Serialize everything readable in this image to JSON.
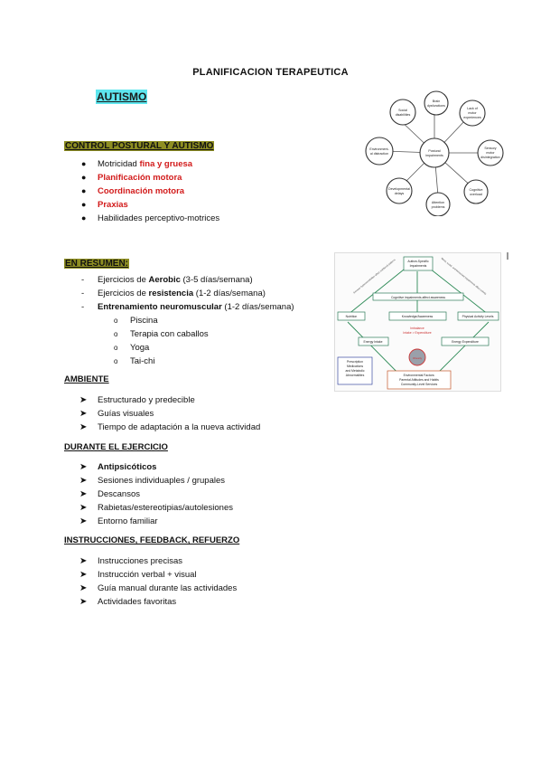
{
  "title": "PLANIFICACION TERAPEUTICA",
  "heading": "AUTISMO",
  "section1": {
    "heading": "CONTROL POSTURAL Y AUTISMO",
    "items": [
      {
        "prefix": "Motricidad ",
        "highlight": "fina y gruesa"
      },
      {
        "prefix": "",
        "highlight": "Planificación motora"
      },
      {
        "prefix": "",
        "highlight": "Coordinación motora"
      },
      {
        "prefix": "",
        "highlight": "Praxias"
      },
      {
        "prefix": "Habilidades perceptivo-motrices",
        "highlight": ""
      }
    ]
  },
  "section2": {
    "heading": "EN RESUMEN:",
    "items": [
      {
        "pre": "Ejercicios de ",
        "bold": "Aerobic",
        "post": " (3-5 días/semana)"
      },
      {
        "pre": "Ejercicios de ",
        "bold": "resistencia",
        "post": " (1-2 días/semana)"
      },
      {
        "pre": "",
        "bold": "Entrenamiento neuromuscular",
        "post": " (1-2 días/semana)"
      }
    ],
    "subitems": [
      "Piscina",
      "Terapia con caballos",
      "Yoga",
      "Tai-chi"
    ]
  },
  "ambiente": {
    "heading": "AMBIENTE",
    "items": [
      "Estructurado y predecible",
      "Guías visuales",
      "Tiempo de adaptación a la nueva actividad"
    ]
  },
  "durante": {
    "heading": "DURANTE EL EJERCICIO",
    "items": [
      "Antipsicóticos",
      "Sesiones individuaples / grupales",
      "Descansos",
      "Rabietas/estereotipias/autolesiones",
      "Entorno familiar"
    ]
  },
  "instrucciones": {
    "heading": "INSTRUCCIONES, FEEDBACK, REFUERZO",
    "items": [
      "Instrucciones precisas",
      "Instrucción verbal + visual",
      "Guía manual durante las actividades",
      "Actividades favoritas"
    ]
  },
  "diagram1": {
    "center": [
      "Postural",
      "impairments"
    ],
    "nodes": [
      [
        "Brain",
        "dysfunctions"
      ],
      [
        "Lack of",
        "motor",
        "experiences"
      ],
      [
        "Sensory",
        "motor",
        "disintegration"
      ],
      [
        "Cognitive",
        "overload"
      ],
      [
        "Attention",
        "problems"
      ],
      [
        "Developmental",
        "delays"
      ],
      [
        "Environment-",
        "al distraction"
      ],
      [
        "Social",
        "disabilities"
      ]
    ]
  },
  "diagram2": {
    "top": [
      "Autism-Specific",
      "Impairments"
    ],
    "left_diag": "Sensory hypersensitivities affect nutritional patterns",
    "right_diag": "Motor, social, and behavioral impairments affect activity",
    "cognitive": "Cognitive impairments affect awareness",
    "row": [
      "Nutrition",
      "Knowledge/Awareness",
      "Physical Activity Levels"
    ],
    "imbalance": [
      "Imbalance",
      "Intake > Expenditure"
    ],
    "intake": "Energy Intake",
    "expenditure": "Energy Expenditure",
    "obesity": "Obesity",
    "prescription": [
      "Prescription",
      "Medications",
      "and Metabolic",
      "Abnormalities"
    ],
    "environmental": [
      "Environmental Factors:",
      "Parental Attitudes and Habits",
      "Community-Level Services"
    ]
  }
}
